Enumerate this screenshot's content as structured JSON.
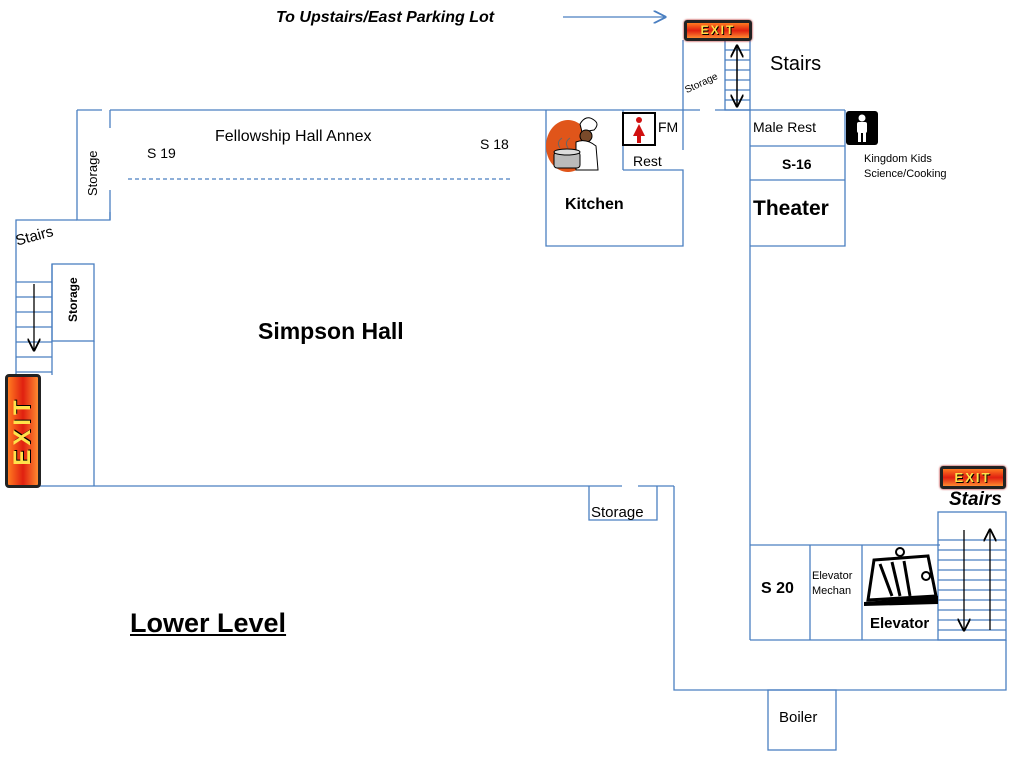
{
  "title": "Lower Level",
  "top_note": "To Upstairs/East Parking Lot",
  "exit_label": "EXIT",
  "rooms": {
    "fellowship_annex": "Fellowship Hall Annex",
    "s19": "S 19",
    "s18": "S 18",
    "simpson_hall": "Simpson Hall",
    "kitchen": "Kitchen",
    "fm": "FM",
    "rest": "Rest",
    "male_rest": "Male Rest",
    "s16": "S-16",
    "theater": "Theater",
    "kingdom_kids_1": "Kingdom Kids",
    "kingdom_kids_2": "Science/Cooking",
    "s20": "S 20",
    "elevator_mechan_1": "Elevator",
    "elevator_mechan_2": "Mechan",
    "elevator": "Elevator",
    "boiler": "Boiler"
  },
  "storage": {
    "left_top": "Storage",
    "left_stairs": "Storage",
    "bottom": "Storage",
    "top_stairs": "Storage"
  },
  "stairs": {
    "top": "Stairs",
    "left": "Stairs",
    "right": "Stairs"
  },
  "colors": {
    "wall": "#4a7fc1",
    "exit_bg": "#e02010",
    "exit_text": "#ffe24a"
  },
  "icons": [
    "female-restroom-icon",
    "male-restroom-icon",
    "chef-cooking-icon",
    "elevator-icon",
    "arrow-right-icon"
  ]
}
